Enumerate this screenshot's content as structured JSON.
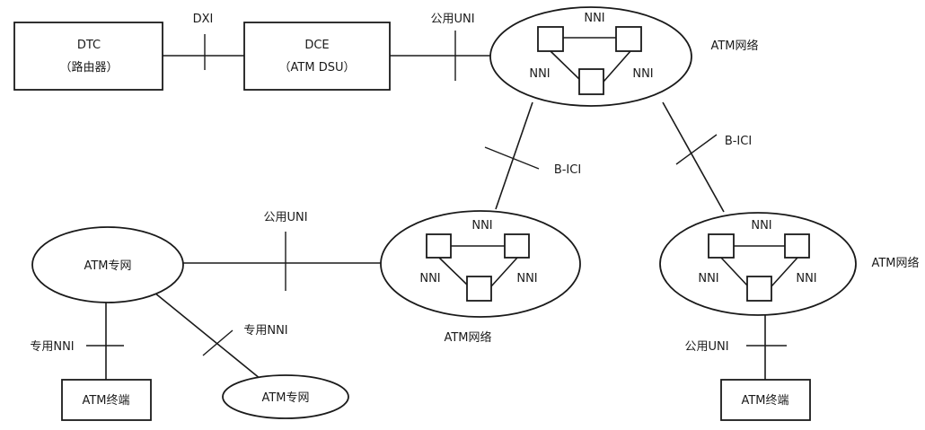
{
  "dte": {
    "title": "DTC",
    "subtitle": "（路由器）"
  },
  "dce": {
    "title": "DCE",
    "subtitle": "（ATM DSU）"
  },
  "interfaces": {
    "dxi": "DXI",
    "public_uni_top": "公用UNI",
    "bici_left": "B-ICI",
    "bici_right": "B-ICI",
    "public_uni_middle": "公用UNI",
    "public_uni_bottom": "公用UNI",
    "private_nni_left": "专用NNI",
    "private_nni_diag": "专用NNI"
  },
  "networks": {
    "top": {
      "label": "ATM网络",
      "nni_top": "NNI",
      "nni_left": "NNI",
      "nni_right": "NNI"
    },
    "middle": {
      "label": "ATM网络",
      "nni_top": "NNI",
      "nni_left": "NNI",
      "nni_right": "NNI"
    },
    "right": {
      "label": "ATM网络",
      "nni_top": "NNI",
      "nni_left": "NNI",
      "nni_right": "NNI"
    }
  },
  "private_nets": {
    "left": "ATM专网",
    "bottom": "ATM专网"
  },
  "terminals": {
    "left": "ATM终端",
    "right": "ATM终端"
  }
}
